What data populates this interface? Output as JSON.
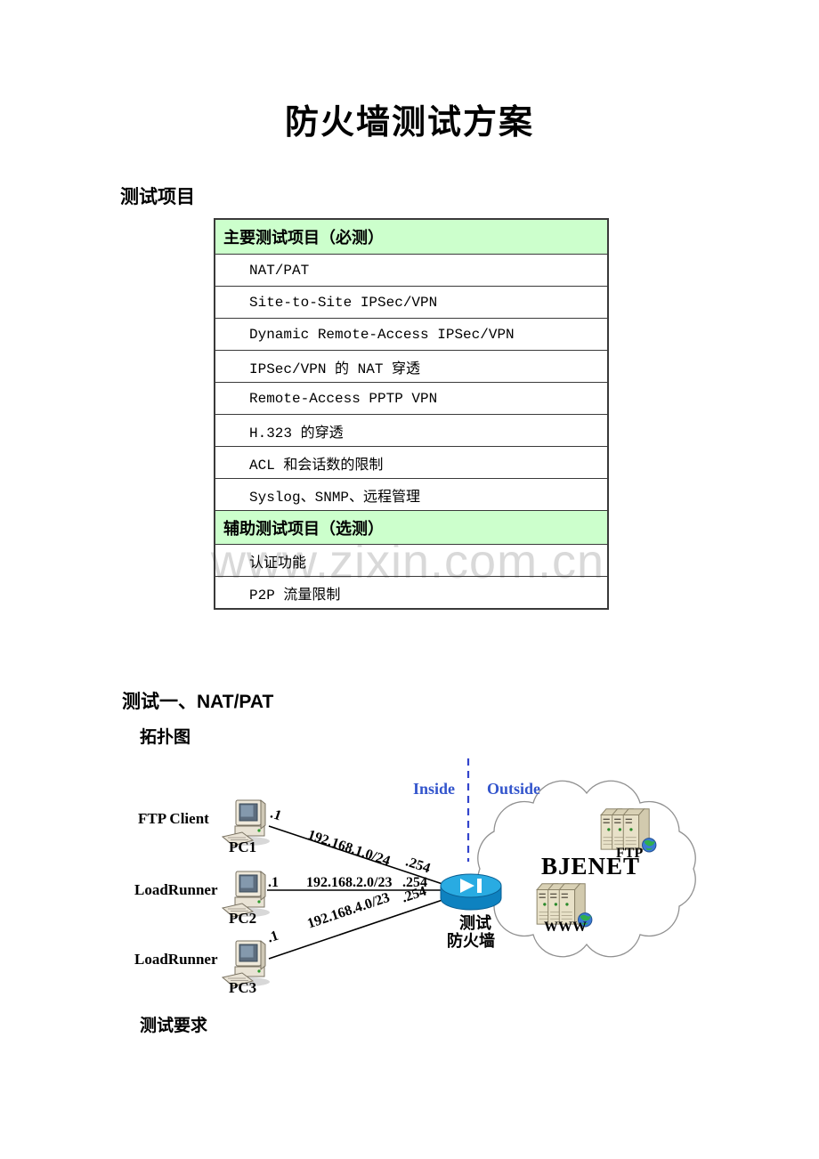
{
  "page": {
    "title": "防火墙测试方案",
    "watermark": "www.zixin.com.cn"
  },
  "sections": {
    "test_items_heading": "测试项目",
    "test_one_heading": "测试一、NAT/PAT",
    "topology_heading": "拓扑图",
    "requirements_heading": "测试要求"
  },
  "table": {
    "header_bg": "#ccffcc",
    "groups": [
      {
        "header": "主要测试项目（必测）",
        "rows": [
          "NAT/PAT",
          "Site-to-Site IPSec/VPN",
          "Dynamic Remote-Access IPSec/VPN",
          "IPSec/VPN 的 NAT 穿透",
          "Remote-Access PPTP VPN",
          "H.323 的穿透",
          "ACL 和会话数的限制",
          "Syslog、SNMP、远程管理"
        ]
      },
      {
        "header": "辅助测试项目（选测）",
        "rows": [
          "认证功能",
          "P2P 流量限制"
        ]
      }
    ]
  },
  "topology": {
    "zones": {
      "inside": "Inside",
      "outside": "Outside"
    },
    "nodes": [
      {
        "role": "FTP Client",
        "name": "PC1"
      },
      {
        "role": "LoadRunner",
        "name": "PC2"
      },
      {
        "role": "LoadRunner",
        "name": "PC3"
      }
    ],
    "links": [
      {
        "near": ".1",
        "subnet": "192.168.1.0/24",
        "far": ".254"
      },
      {
        "near": ".1",
        "subnet": "192.168.2.0/23",
        "far": ".254"
      },
      {
        "near": ".1",
        "subnet": "192.168.4.0/23",
        "far": ".254"
      }
    ],
    "firewall": {
      "label_line1": "测试",
      "label_line2": "防火墙"
    },
    "cloud": {
      "name": "BJENET",
      "servers": [
        {
          "label": "FTP"
        },
        {
          "label": "WWW"
        }
      ]
    },
    "colors": {
      "zone_label": "#3355cc",
      "dashed_line": "#3344cc",
      "firewall_top": "#29abe2",
      "firewall_side": "#0e82c0",
      "watermark": "#d9d9d9",
      "table_header_bg": "#ccffcc"
    }
  }
}
